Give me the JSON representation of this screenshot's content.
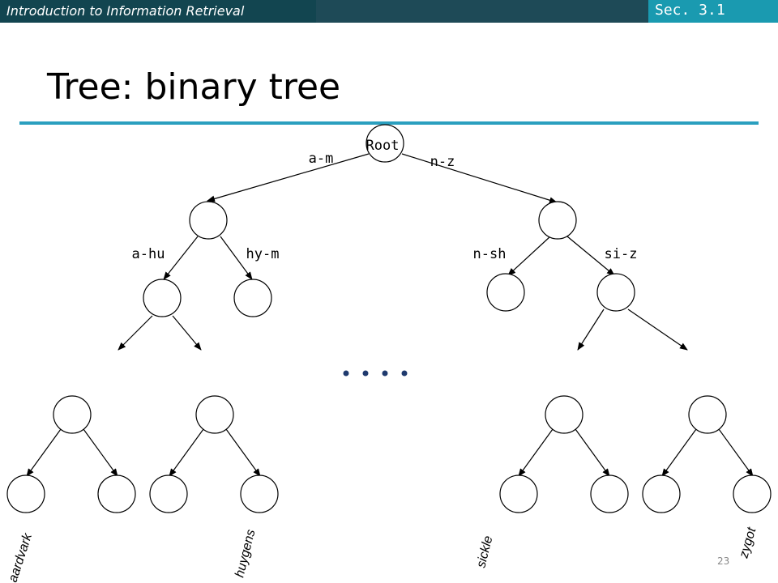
{
  "header": {
    "course_title": "Introduction to Information Retrieval",
    "section_label": "Sec. 3.1"
  },
  "slide": {
    "title": "Tree: binary tree",
    "page_number": "23"
  },
  "tree": {
    "root_label": "Root",
    "edge_labels": {
      "root_left": "a-m",
      "root_right": "n-z",
      "left_left": "a-hu",
      "left_right": "hy-m",
      "right_left": "n-sh",
      "right_right": "si-z"
    },
    "leaf_terms": [
      "aardvark",
      "huygens",
      "sickle",
      "zygot"
    ]
  },
  "colors": {
    "header_bar": "#1e4a57",
    "section_badge": "#1a9ab0",
    "title_rule": "#2a9fbf",
    "ellipsis_dots": "#1f3a6e"
  }
}
